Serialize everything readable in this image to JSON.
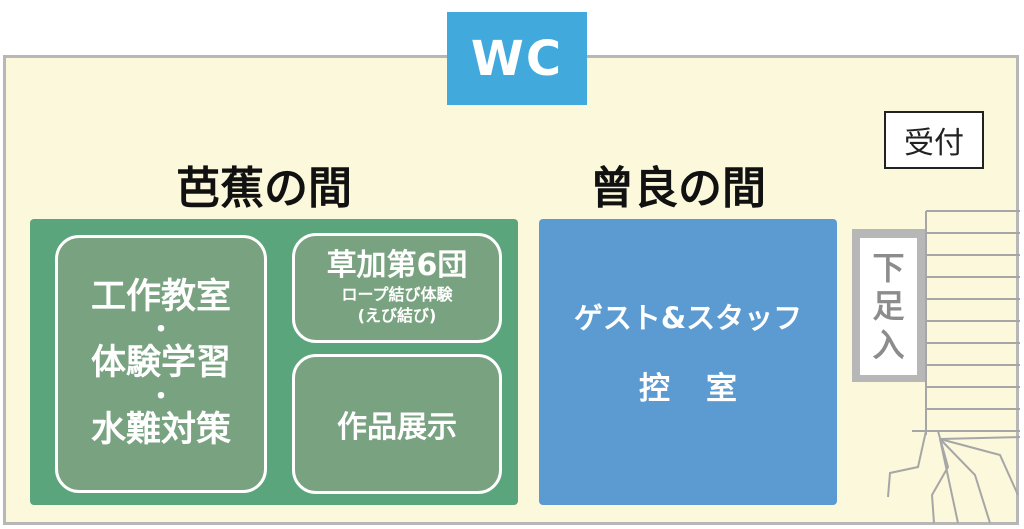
{
  "wc": {
    "label": "WC"
  },
  "rooms": {
    "basho": {
      "title": "芭蕉の間",
      "booths": {
        "main": {
          "lines": [
            "工作教室",
            "・",
            "体験学習",
            "・",
            "水難対策"
          ]
        },
        "team": {
          "title": "草加第6団",
          "sub1": "ロープ結び体験",
          "sub2": "(えび結び)"
        },
        "works": {
          "label": "作品展示"
        }
      }
    },
    "sora": {
      "title": "曾良の間",
      "label": "ゲスト&スタッフ",
      "sub": "控室"
    }
  },
  "reception": {
    "label": "受付"
  },
  "shoes_area": {
    "chars": [
      "下",
      "足",
      "入"
    ]
  },
  "colors": {
    "floor": "#fbf8dc",
    "wall": "#b7b7b7",
    "wc": "#41a9dc",
    "green_room": "#5aa57c",
    "booth": "#79a281",
    "blue_room": "#5b9bd1"
  }
}
